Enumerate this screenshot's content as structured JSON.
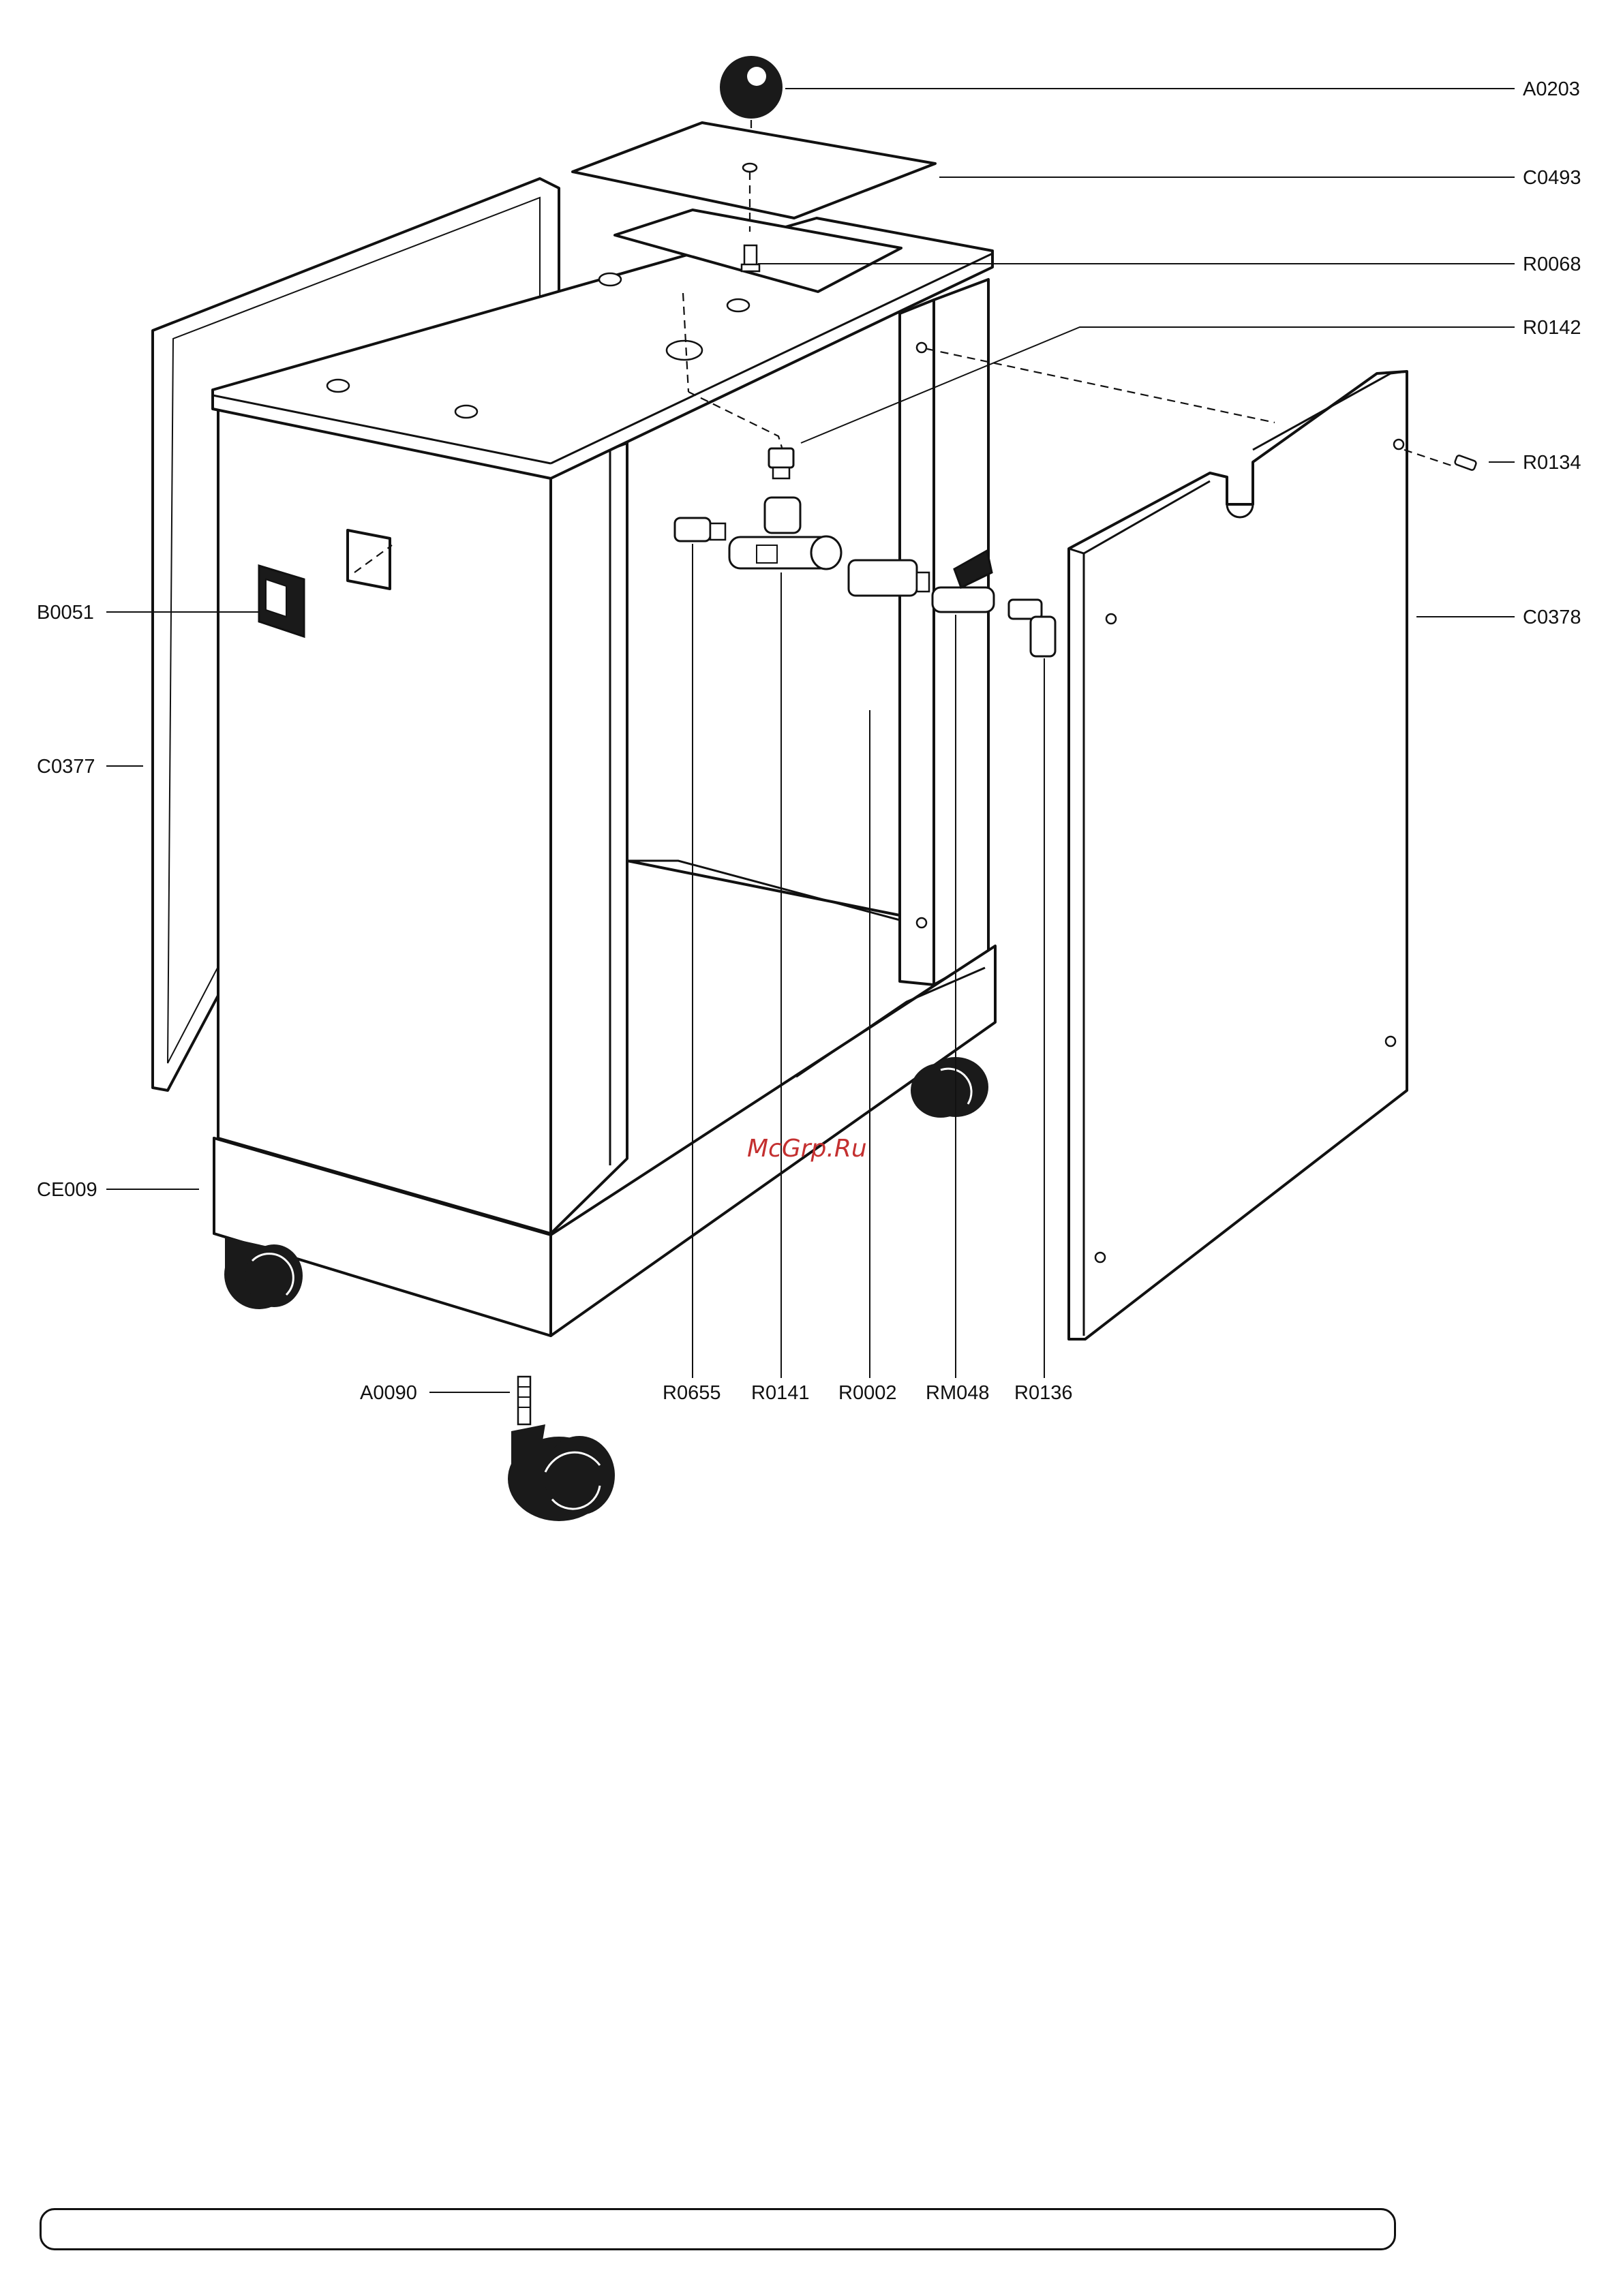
{
  "labels": {
    "A0203": "A0203",
    "C0493": "C0493",
    "R0068": "R0068",
    "R0142": "R0142",
    "R0134": "R0134",
    "B0051": "B0051",
    "C0378": "C0378",
    "C0377": "C0377",
    "CE009": "CE009",
    "A0090": "A0090",
    "R0655": "R0655",
    "R0141": "R0141",
    "R0002": "R0002",
    "RM048": "RM048",
    "R0136": "R0136"
  },
  "watermark": "McGrp.Ru",
  "footer": ""
}
